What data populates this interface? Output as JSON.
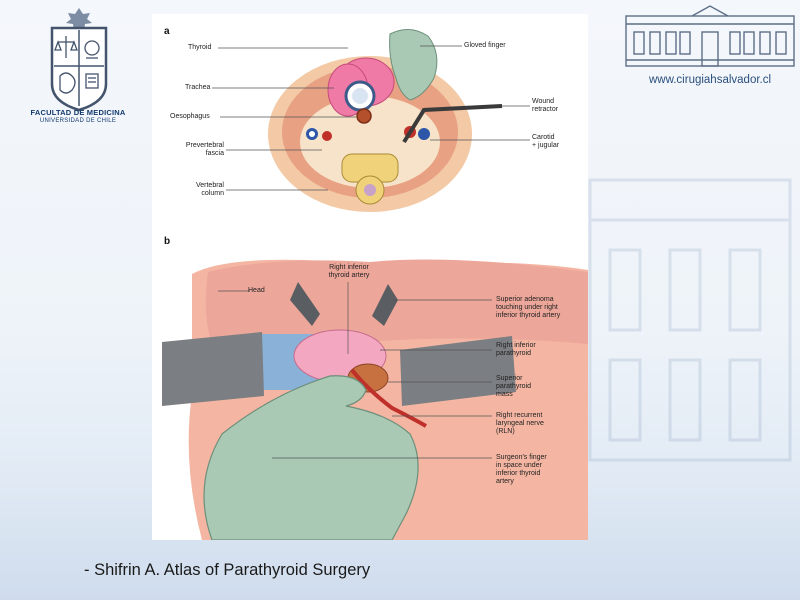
{
  "header": {
    "faculty_name": "FACULTAD DE MEDICINA",
    "university": "UNIVERSIDAD DE CHILE",
    "website": "www.cirugiahsalvador.cl"
  },
  "figure": {
    "panel_a": {
      "letter": "a",
      "labels": {
        "thyroid": "Thyroid",
        "trachea": "Trachea",
        "oesophagus": "Oesophagus",
        "prevertebral_1": "Prevertebral",
        "prevertebral_2": "fascia",
        "vertebral_1": "Vertebral",
        "vertebral_2": "column",
        "gloved_finger": "Gloved finger",
        "wound_1": "Wound",
        "wound_2": "retractor",
        "carotid_1": "Carotid",
        "carotid_2": "+ jugular"
      }
    },
    "panel_b": {
      "letter": "b",
      "labels": {
        "head": "Head",
        "artery_1": "Right inferior",
        "artery_2": "thyroid artery",
        "adenoma_1": "Superior adenoma",
        "adenoma_2": "touching under right",
        "adenoma_3": "inferior thyroid artery",
        "parathyroid_1": "Right inferior",
        "parathyroid_2": "parathyroid",
        "mass_1": "Superior",
        "mass_2": "parathyroid",
        "mass_3": "mass",
        "nerve_1": "Right recurrent",
        "nerve_2": "laryngeal nerve",
        "nerve_3": "(RLN)",
        "finger_1": "Surgeon's finger",
        "finger_2": "in space under",
        "finger_3": "inferior thyroid",
        "finger_4": "artery"
      }
    }
  },
  "citation": "- Shifrin A. Atlas of Parathyroid Surgery",
  "colors": {
    "brand_blue": "#123a6e",
    "tissue_pink": "#f1a8b8",
    "glove_green": "#a9c9b5"
  }
}
